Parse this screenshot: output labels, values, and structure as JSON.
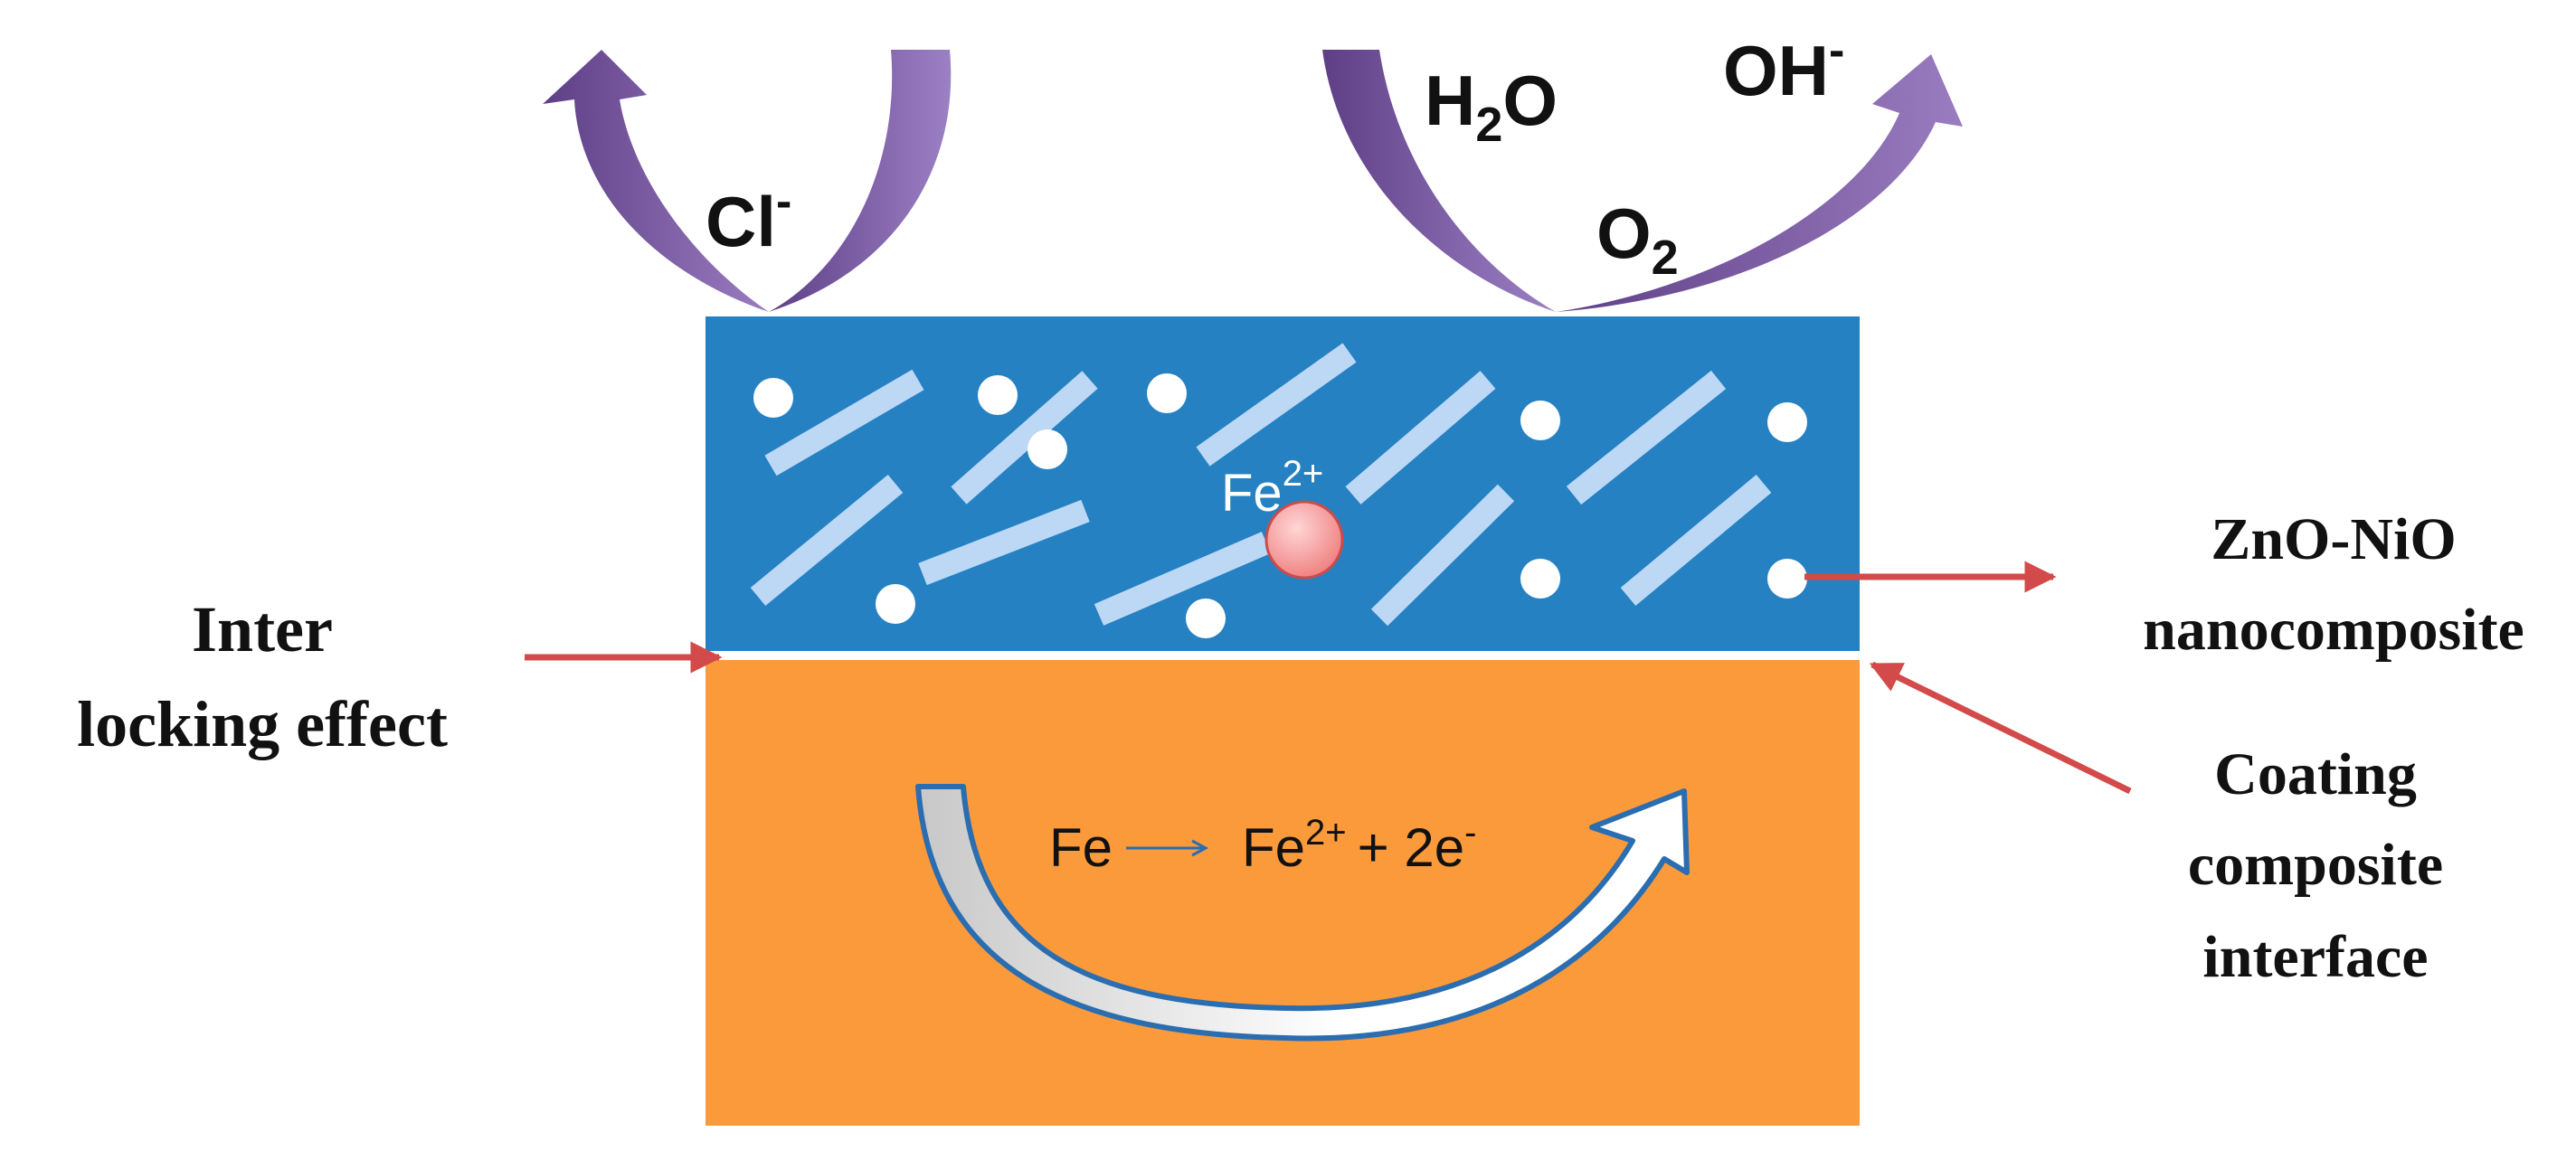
{
  "diagram": {
    "ions": {
      "chloride": {
        "base": "Cl",
        "sup": "-"
      },
      "water": {
        "pre": "H",
        "sub": "2",
        "post": "O"
      },
      "hydroxide": {
        "base": "OH",
        "sup": "-"
      },
      "oxygen": {
        "base": "O",
        "sub": "2"
      }
    },
    "coating_ion": {
      "base": "Fe",
      "sup": "2+"
    },
    "reaction": {
      "reactant": "Fe",
      "product_base": "Fe",
      "product_sup": "2+",
      "electrons": "+ 2e",
      "electrons_sup": "-"
    },
    "labels": {
      "interlock_line1": "Inter",
      "interlock_line2": "locking effect",
      "nano_line1": "ZnO-NiO",
      "nano_line2": "nanocomposite",
      "interface_line1": "Coating",
      "interface_line2": "composite",
      "interface_line3": "interface"
    },
    "colors": {
      "coating": "#2581c2",
      "substrate": "#fb9a3b",
      "rod": "#bcd8f5",
      "ion_arrow": "#7a58a0",
      "pointer_arrow": "#d24a4a",
      "fe_particle": "#f08b8b"
    }
  }
}
